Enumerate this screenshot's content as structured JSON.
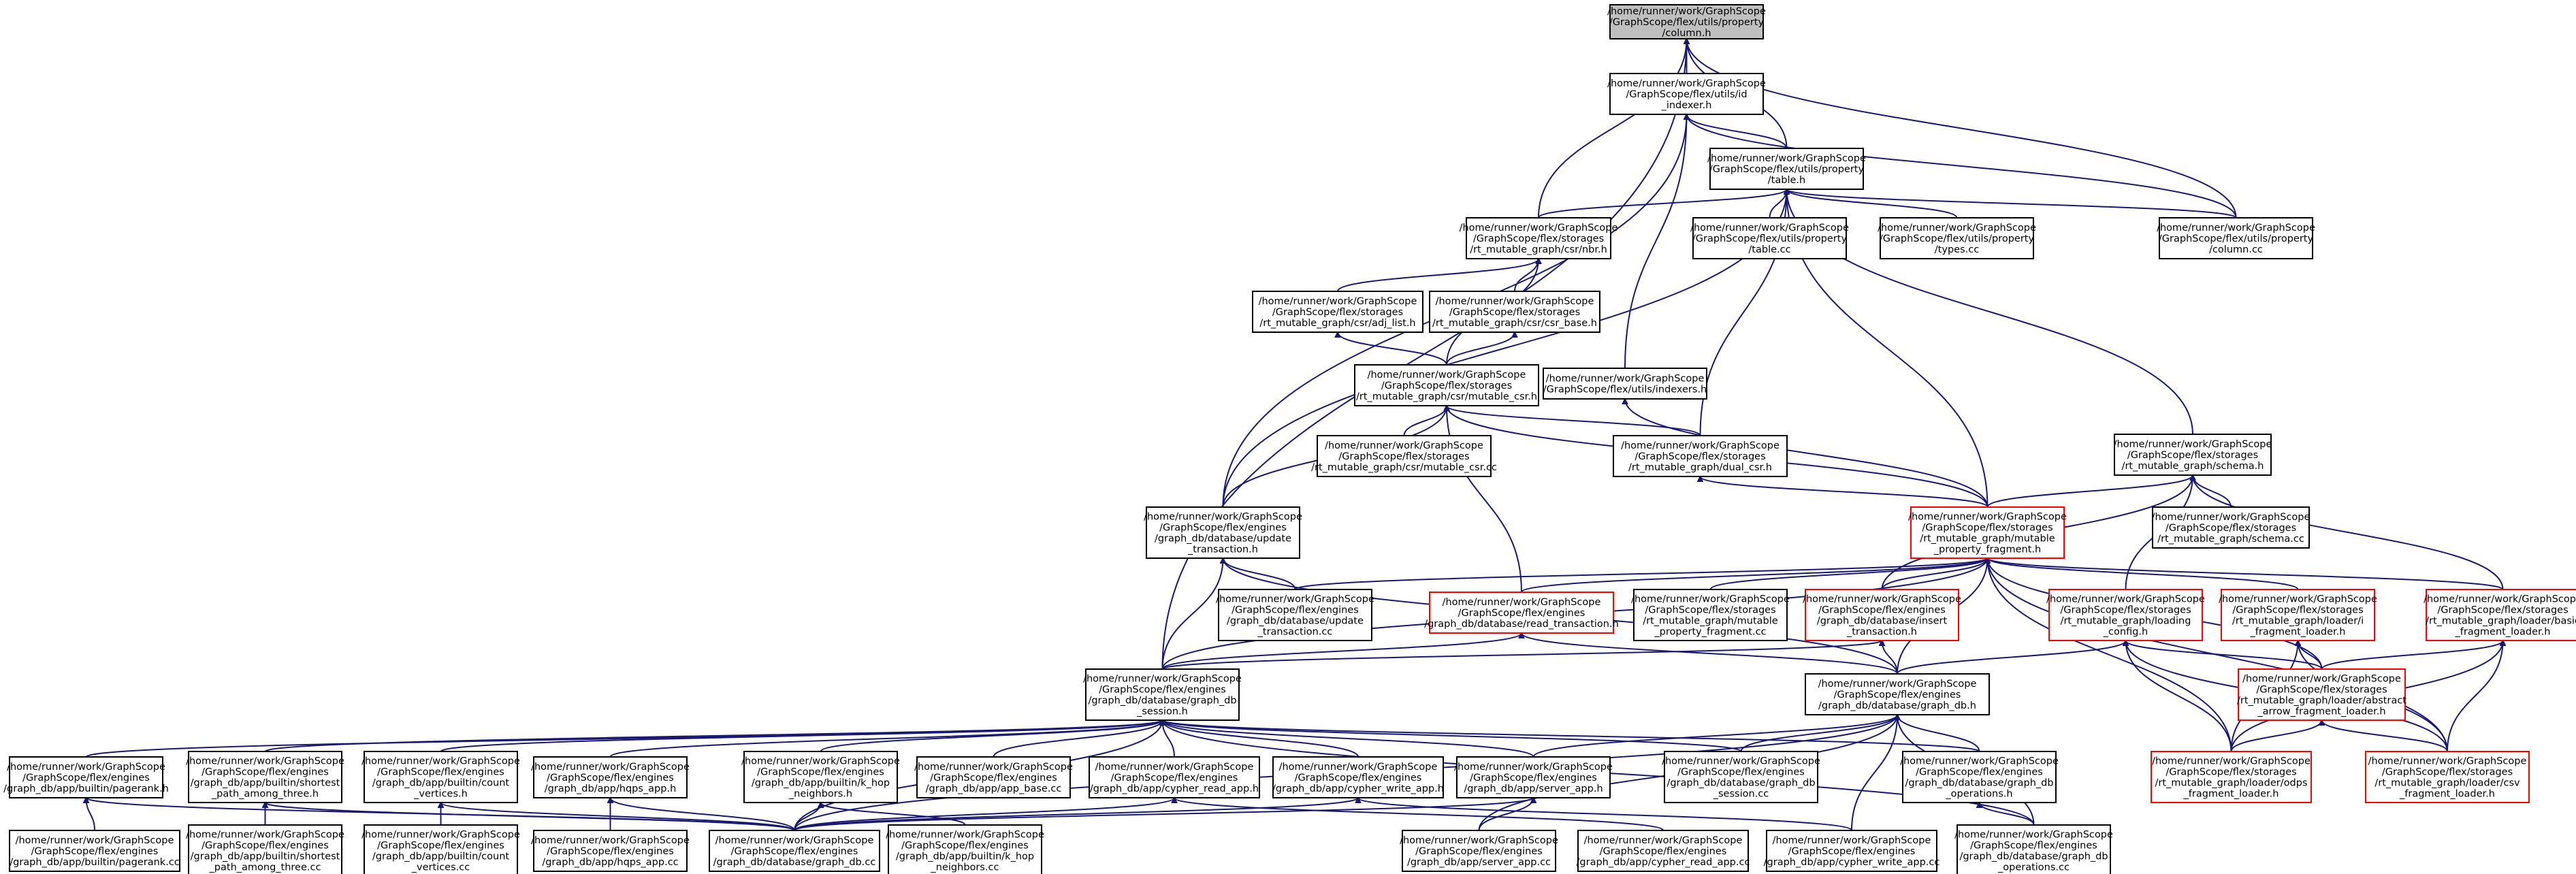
{
  "diagram": {
    "type": "include-dependency-graph",
    "colors": {
      "edge": "#191970",
      "focus_fill": "#bfbfbf",
      "partial_border": "#ff0000",
      "node_border": "#000000"
    },
    "nodes": [
      {
        "id": "col_h",
        "lines": [
          "/home/runner/work/GraphScope",
          "/GraphScope/flex/utils/property",
          "/column.h"
        ],
        "style": "focus"
      },
      {
        "id": "id_indexer",
        "lines": [
          "/home/runner/work/GraphScope",
          "/GraphScope/flex/utils/id",
          "_indexer.h"
        ]
      },
      {
        "id": "table_h",
        "lines": [
          "/home/runner/work/GraphScope",
          "/GraphScope/flex/utils/property",
          "/table.h"
        ]
      },
      {
        "id": "csr_nbr",
        "lines": [
          "/home/runner/work/GraphScope",
          "/GraphScope/flex/storages",
          "/rt_mutable_graph/csr/nbr.h"
        ]
      },
      {
        "id": "table_cc",
        "lines": [
          "/home/runner/work/GraphScope",
          "/GraphScope/flex/utils/property",
          "/table.cc"
        ]
      },
      {
        "id": "types_cc",
        "lines": [
          "/home/runner/work/GraphScope",
          "/GraphScope/flex/utils/property",
          "/types.cc"
        ]
      },
      {
        "id": "column_cc",
        "lines": [
          "/home/runner/work/GraphScope",
          "/GraphScope/flex/utils/property",
          "/column.cc"
        ]
      },
      {
        "id": "adj_list",
        "lines": [
          "/home/runner/work/GraphScope",
          "/GraphScope/flex/storages",
          "/rt_mutable_graph/csr/adj_list.h"
        ]
      },
      {
        "id": "csr_base",
        "lines": [
          "/home/runner/work/GraphScope",
          "/GraphScope/flex/storages",
          "/rt_mutable_graph/csr/csr_base.h"
        ]
      },
      {
        "id": "mutable_csr_h",
        "lines": [
          "/home/runner/work/GraphScope",
          "/GraphScope/flex/storages",
          "/rt_mutable_graph/csr/mutable_csr.h"
        ]
      },
      {
        "id": "indexers_h",
        "lines": [
          "/home/runner/work/GraphScope",
          "/GraphScope/flex/utils/indexers.h"
        ]
      },
      {
        "id": "schema_h",
        "lines": [
          "/home/runner/work/GraphScope",
          "/GraphScope/flex/storages",
          "/rt_mutable_graph/schema.h"
        ]
      },
      {
        "id": "mutable_csr_cc",
        "lines": [
          "/home/runner/work/GraphScope",
          "/GraphScope/flex/storages",
          "/rt_mutable_graph/csr/mutable_csr.cc"
        ]
      },
      {
        "id": "dual_csr",
        "lines": [
          "/home/runner/work/GraphScope",
          "/GraphScope/flex/storages",
          "/rt_mutable_graph/dual_csr.h"
        ]
      },
      {
        "id": "update_txn_h",
        "lines": [
          "/home/runner/work/GraphScope",
          "/GraphScope/flex/engines",
          "/graph_db/database/update",
          "_transaction.h"
        ]
      },
      {
        "id": "mpf_h",
        "lines": [
          "/home/runner/work/GraphScope",
          "/GraphScope/flex/storages",
          "/rt_mutable_graph/mutable",
          "_property_fragment.h"
        ],
        "style": "red"
      },
      {
        "id": "schema_cc",
        "lines": [
          "/home/runner/work/GraphScope",
          "/GraphScope/flex/storages",
          "/rt_mutable_graph/schema.cc"
        ]
      },
      {
        "id": "update_txn_cc",
        "lines": [
          "/home/runner/work/GraphScope",
          "/GraphScope/flex/engines",
          "/graph_db/database/update",
          "_transaction.cc"
        ]
      },
      {
        "id": "read_txn",
        "lines": [
          "/home/runner/work/GraphScope",
          "/GraphScope/flex/engines",
          "/graph_db/database/read_transaction.h"
        ],
        "style": "red"
      },
      {
        "id": "mpf_cc",
        "lines": [
          "/home/runner/work/GraphScope",
          "/GraphScope/flex/storages",
          "/rt_mutable_graph/mutable",
          "_property_fragment.cc"
        ]
      },
      {
        "id": "insert_txn",
        "lines": [
          "/home/runner/work/GraphScope",
          "/GraphScope/flex/engines",
          "/graph_db/database/insert",
          "_transaction.h"
        ],
        "style": "red"
      },
      {
        "id": "loading_cfg",
        "lines": [
          "/home/runner/work/GraphScope",
          "/GraphScope/flex/storages",
          "/rt_mutable_graph/loading",
          "_config.h"
        ],
        "style": "red"
      },
      {
        "id": "frag_loader",
        "lines": [
          "/home/runner/work/GraphScope",
          "/GraphScope/flex/storages",
          "/rt_mutable_graph/loader/i",
          "_fragment_loader.h"
        ],
        "style": "red"
      },
      {
        "id": "basic_loader",
        "lines": [
          "/home/runner/work/GraphScope",
          "/GraphScope/flex/storages",
          "/rt_mutable_graph/loader/basic",
          "_fragment_loader.h"
        ],
        "style": "red"
      },
      {
        "id": "session_h",
        "lines": [
          "/home/runner/work/GraphScope",
          "/GraphScope/flex/engines",
          "/graph_db/database/graph_db",
          "_session.h"
        ]
      },
      {
        "id": "graph_db_h",
        "lines": [
          "/home/runner/work/GraphScope",
          "/GraphScope/flex/engines",
          "/graph_db/database/graph_db.h"
        ]
      },
      {
        "id": "abstract_loader",
        "lines": [
          "/home/runner/work/GraphScope",
          "/GraphScope/flex/storages",
          "/rt_mutable_graph/loader/abstract",
          "_arrow_fragment_loader.h"
        ],
        "style": "red"
      },
      {
        "id": "pagerank_h",
        "lines": [
          "/home/runner/work/GraphScope",
          "/GraphScope/flex/engines",
          "/graph_db/app/builtin/pagerank.h"
        ]
      },
      {
        "id": "shortest_h",
        "lines": [
          "/home/runner/work/GraphScope",
          "/GraphScope/flex/engines",
          "/graph_db/app/builtin/shortest",
          "_path_among_three.h"
        ]
      },
      {
        "id": "count_vert_h",
        "lines": [
          "/home/runner/work/GraphScope",
          "/GraphScope/flex/engines",
          "/graph_db/app/builtin/count",
          "_vertices.h"
        ]
      },
      {
        "id": "hqps_h",
        "lines": [
          "/home/runner/work/GraphScope",
          "/GraphScope/flex/engines",
          "/graph_db/app/hqps_app.h"
        ]
      },
      {
        "id": "khop_h",
        "lines": [
          "/home/runner/work/GraphScope",
          "/GraphScope/flex/engines",
          "/graph_db/app/builtin/k_hop",
          "_neighbors.h"
        ]
      },
      {
        "id": "app_base_cc",
        "lines": [
          "/home/runner/work/GraphScope",
          "/GraphScope/flex/engines",
          "/graph_db/app/app_base.cc"
        ]
      },
      {
        "id": "cypher_read_h",
        "lines": [
          "/home/runner/work/GraphScope",
          "/GraphScope/flex/engines",
          "/graph_db/app/cypher_read_app.h"
        ]
      },
      {
        "id": "cypher_write_h",
        "lines": [
          "/home/runner/work/GraphScope",
          "/GraphScope/flex/engines",
          "/graph_db/app/cypher_write_app.h"
        ]
      },
      {
        "id": "server_app_h",
        "lines": [
          "/home/runner/work/GraphScope",
          "/GraphScope/flex/engines",
          "/graph_db/app/server_app.h"
        ]
      },
      {
        "id": "session_cc",
        "lines": [
          "/home/runner/work/GraphScope",
          "/GraphScope/flex/engines",
          "/graph_db/database/graph_db",
          "_session.cc"
        ]
      },
      {
        "id": "ops_h",
        "lines": [
          "/home/runner/work/GraphScope",
          "/GraphScope/flex/engines",
          "/graph_db/database/graph_db",
          "_operations.h"
        ]
      },
      {
        "id": "odps_loader",
        "lines": [
          "/home/runner/work/GraphScope",
          "/GraphScope/flex/storages",
          "/rt_mutable_graph/loader/odps",
          "_fragment_loader.h"
        ],
        "style": "red"
      },
      {
        "id": "csv_loader",
        "lines": [
          "/home/runner/work/GraphScope",
          "/GraphScope/flex/storages",
          "/rt_mutable_graph/loader/csv",
          "_fragment_loader.h"
        ],
        "style": "red"
      },
      {
        "id": "pagerank_cc",
        "lines": [
          "/home/runner/work/GraphScope",
          "/GraphScope/flex/engines",
          "/graph_db/app/builtin/pagerank.cc"
        ]
      },
      {
        "id": "shortest_cc",
        "lines": [
          "/home/runner/work/GraphScope",
          "/GraphScope/flex/engines",
          "/graph_db/app/builtin/shortest",
          "_path_among_three.cc"
        ]
      },
      {
        "id": "count_vert_cc",
        "lines": [
          "/home/runner/work/GraphScope",
          "/GraphScope/flex/engines",
          "/graph_db/app/builtin/count",
          "_vertices.cc"
        ]
      },
      {
        "id": "hqps_cc",
        "lines": [
          "/home/runner/work/GraphScope",
          "/GraphScope/flex/engines",
          "/graph_db/app/hqps_app.cc"
        ]
      },
      {
        "id": "graph_db_cc",
        "lines": [
          "/home/runner/work/GraphScope",
          "/GraphScope/flex/engines",
          "/graph_db/database/graph_db.cc"
        ]
      },
      {
        "id": "khop_cc",
        "lines": [
          "/home/runner/work/GraphScope",
          "/GraphScope/flex/engines",
          "/graph_db/app/builtin/k_hop",
          "_neighbors.cc"
        ]
      },
      {
        "id": "server_app_cc",
        "lines": [
          "/home/runner/work/GraphScope",
          "/GraphScope/flex/engines",
          "/graph_db/app/server_app.cc"
        ]
      },
      {
        "id": "cypher_read_cc",
        "lines": [
          "/home/runner/work/GraphScope",
          "/GraphScope/flex/engines",
          "/graph_db/app/cypher_read_app.cc"
        ]
      },
      {
        "id": "cypher_write_cc",
        "lines": [
          "/home/runner/work/GraphScope",
          "/GraphScope/flex/engines",
          "/graph_db/app/cypher_write_app.cc"
        ]
      },
      {
        "id": "ops_cc",
        "lines": [
          "/home/runner/work/GraphScope",
          "/GraphScope/flex/engines",
          "/graph_db/database/graph_db",
          "_operations.cc"
        ]
      }
    ],
    "edges": [
      [
        "id_indexer",
        "col_h"
      ],
      [
        "table_h",
        "col_h"
      ],
      [
        "csr_nbr",
        "col_h"
      ],
      [
        "column_cc",
        "col_h"
      ],
      [
        "session_h",
        "col_h"
      ],
      [
        "table_h",
        "id_indexer"
      ],
      [
        "column_cc",
        "id_indexer"
      ],
      [
        "indexers_h",
        "id_indexer"
      ],
      [
        "update_txn_h",
        "id_indexer"
      ],
      [
        "csr_nbr",
        "table_h"
      ],
      [
        "table_cc",
        "table_h"
      ],
      [
        "types_cc",
        "table_h"
      ],
      [
        "column_cc",
        "table_h"
      ],
      [
        "schema_h",
        "table_h"
      ],
      [
        "dual_csr",
        "table_h"
      ],
      [
        "mpf_h",
        "table_h"
      ],
      [
        "update_txn_h",
        "table_h"
      ],
      [
        "adj_list",
        "csr_nbr"
      ],
      [
        "csr_base",
        "csr_nbr"
      ],
      [
        "mutable_csr_h",
        "csr_nbr"
      ],
      [
        "mutable_csr_h",
        "adj_list"
      ],
      [
        "mutable_csr_h",
        "csr_base"
      ],
      [
        "mutable_csr_cc",
        "mutable_csr_h"
      ],
      [
        "dual_csr",
        "mutable_csr_h"
      ],
      [
        "update_txn_h",
        "mutable_csr_h"
      ],
      [
        "mpf_h",
        "mutable_csr_h"
      ],
      [
        "read_txn",
        "mutable_csr_h"
      ],
      [
        "mpf_h",
        "indexers_h"
      ],
      [
        "mpf_h",
        "schema_h"
      ],
      [
        "schema_cc",
        "schema_h"
      ],
      [
        "loading_cfg",
        "schema_h"
      ],
      [
        "basic_loader",
        "schema_h"
      ],
      [
        "insert_txn",
        "schema_h"
      ],
      [
        "mpf_h",
        "dual_csr"
      ],
      [
        "update_txn_cc",
        "update_txn_h"
      ],
      [
        "session_h",
        "update_txn_h"
      ],
      [
        "graph_db_h",
        "update_txn_h"
      ],
      [
        "update_txn_cc",
        "mpf_h"
      ],
      [
        "read_txn",
        "mpf_h"
      ],
      [
        "mpf_cc",
        "mpf_h"
      ],
      [
        "insert_txn",
        "mpf_h"
      ],
      [
        "frag_loader",
        "mpf_h"
      ],
      [
        "basic_loader",
        "mpf_h"
      ],
      [
        "graph_db_h",
        "mpf_h"
      ],
      [
        "session_h",
        "mpf_h"
      ],
      [
        "odps_loader",
        "mpf_h"
      ],
      [
        "csv_loader",
        "mpf_h"
      ],
      [
        "abstract_loader",
        "mpf_h"
      ],
      [
        "session_h",
        "read_txn"
      ],
      [
        "graph_db_h",
        "read_txn"
      ],
      [
        "session_h",
        "insert_txn"
      ],
      [
        "graph_db_h",
        "insert_txn"
      ],
      [
        "graph_db_h",
        "loading_cfg"
      ],
      [
        "abstract_loader",
        "loading_cfg"
      ],
      [
        "odps_loader",
        "loading_cfg"
      ],
      [
        "csv_loader",
        "loading_cfg"
      ],
      [
        "abstract_loader",
        "frag_loader"
      ],
      [
        "odps_loader",
        "frag_loader"
      ],
      [
        "csv_loader",
        "frag_loader"
      ],
      [
        "abstract_loader",
        "basic_loader"
      ],
      [
        "odps_loader",
        "basic_loader"
      ],
      [
        "csv_loader",
        "basic_loader"
      ],
      [
        "odps_loader",
        "abstract_loader"
      ],
      [
        "csv_loader",
        "abstract_loader"
      ],
      [
        "pagerank_h",
        "session_h"
      ],
      [
        "shortest_h",
        "session_h"
      ],
      [
        "count_vert_h",
        "session_h"
      ],
      [
        "hqps_h",
        "session_h"
      ],
      [
        "khop_h",
        "session_h"
      ],
      [
        "app_base_cc",
        "session_h"
      ],
      [
        "cypher_read_h",
        "session_h"
      ],
      [
        "cypher_write_h",
        "session_h"
      ],
      [
        "server_app_h",
        "session_h"
      ],
      [
        "session_cc",
        "session_h"
      ],
      [
        "ops_h",
        "session_h"
      ],
      [
        "graph_db_cc",
        "session_h"
      ],
      [
        "ops_cc",
        "session_h"
      ],
      [
        "server_app_h",
        "graph_db_h"
      ],
      [
        "session_cc",
        "graph_db_h"
      ],
      [
        "ops_h",
        "graph_db_h"
      ],
      [
        "graph_db_cc",
        "graph_db_h"
      ],
      [
        "server_app_cc",
        "graph_db_h"
      ],
      [
        "cypher_write_cc",
        "graph_db_h"
      ],
      [
        "ops_cc",
        "graph_db_h"
      ],
      [
        "pagerank_cc",
        "pagerank_h"
      ],
      [
        "graph_db_cc",
        "pagerank_h"
      ],
      [
        "shortest_cc",
        "shortest_h"
      ],
      [
        "graph_db_cc",
        "shortest_h"
      ],
      [
        "count_vert_cc",
        "count_vert_h"
      ],
      [
        "graph_db_cc",
        "count_vert_h"
      ],
      [
        "hqps_cc",
        "hqps_h"
      ],
      [
        "graph_db_cc",
        "hqps_h"
      ],
      [
        "khop_cc",
        "khop_h"
      ],
      [
        "graph_db_cc",
        "khop_h"
      ],
      [
        "graph_db_cc",
        "cypher_read_h"
      ],
      [
        "cypher_read_cc",
        "cypher_read_h"
      ],
      [
        "graph_db_cc",
        "cypher_write_h"
      ],
      [
        "cypher_write_cc",
        "cypher_write_h"
      ],
      [
        "graph_db_cc",
        "server_app_h"
      ],
      [
        "server_app_cc",
        "server_app_h"
      ],
      [
        "ops_cc",
        "ops_h"
      ]
    ]
  }
}
